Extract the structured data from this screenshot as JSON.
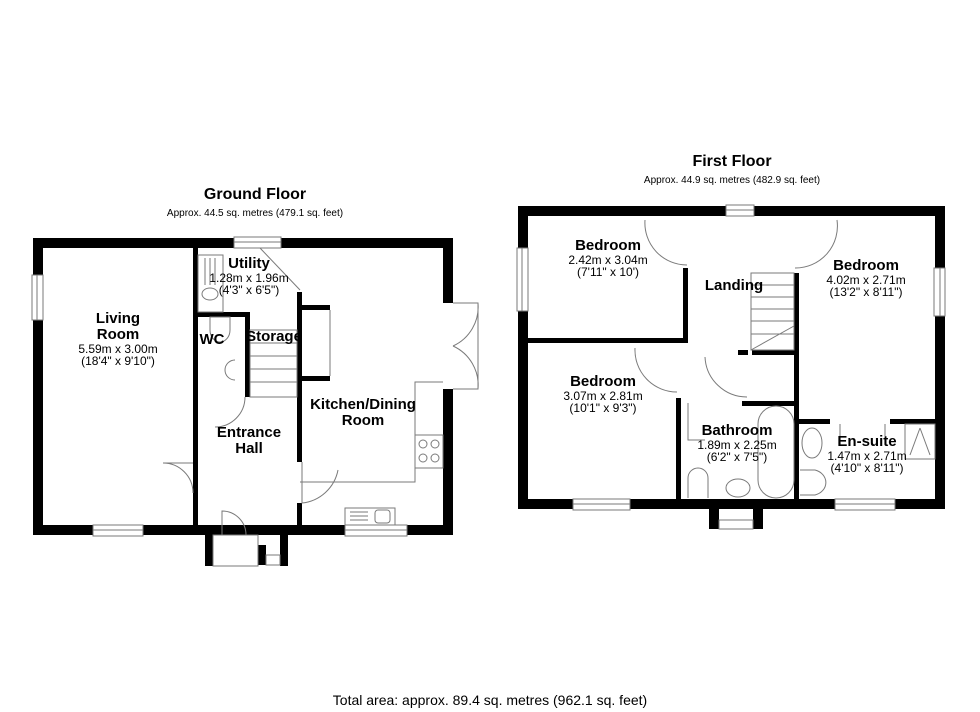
{
  "ground_floor": {
    "title": "Ground Floor",
    "area": "Approx. 44.5 sq. metres (479.1 sq. feet)",
    "rooms": [
      {
        "name": "Living\nRoom",
        "line1": "Living",
        "line2": "Room",
        "metric": "5.59m x 3.00m",
        "imperial": "(18'4\" x 9'10\")"
      },
      {
        "name": "Utility",
        "metric": "1.28m x 1.96m",
        "imperial": "(4'3\" x 6'5\")"
      },
      {
        "name": "WC"
      },
      {
        "name": "Storage"
      },
      {
        "name": "Entrance Hall",
        "line1": "Entrance",
        "line2": "Hall"
      },
      {
        "name": "Kitchen/Dining Room",
        "line1": "Kitchen/Dining",
        "line2": "Room"
      }
    ]
  },
  "first_floor": {
    "title": "First Floor",
    "area": "Approx. 44.9 sq. metres (482.9 sq. feet)",
    "rooms": [
      {
        "name": "Bedroom",
        "metric": "2.42m x 3.04m",
        "imperial": "(7'11\" x 10')"
      },
      {
        "name": "Landing"
      },
      {
        "name": "Bedroom",
        "metric": "4.02m x 2.71m",
        "imperial": "(13'2\" x 8'11\")"
      },
      {
        "name": "Bedroom",
        "metric": "3.07m x 2.81m",
        "imperial": "(10'1\" x 9'3\")"
      },
      {
        "name": "Bathroom",
        "metric": "1.89m x 2.25m",
        "imperial": "(6'2\" x 7'5\")"
      },
      {
        "name": "En-suite",
        "metric": "1.47m x 2.71m",
        "imperial": "(4'10\" x 8'11\")"
      }
    ]
  },
  "total_area": "Total area: approx. 89.4 sq. metres (962.1 sq. feet)",
  "colors": {
    "wall": "#000000",
    "fixture": "#7a7a7a",
    "background": "#ffffff"
  }
}
